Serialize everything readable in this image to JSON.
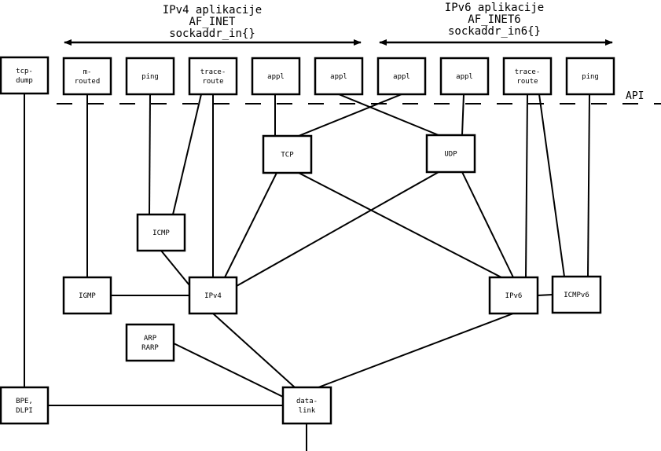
{
  "headers": {
    "ipv4": [
      "IPv4 aplikacije",
      "AF_INET",
      "sockaddr_in{}"
    ],
    "ipv6": [
      "IPv6 aplikacije",
      "AF_INET6",
      "sockaddr_in6{}"
    ]
  },
  "api_label": "API",
  "nodes": {
    "tcpdump": [
      "tcp-",
      "dump"
    ],
    "mrouted": [
      "m-",
      "routed"
    ],
    "ping4": [
      "ping"
    ],
    "traceroute4": [
      "trace-",
      "route"
    ],
    "appl1": [
      "appl"
    ],
    "appl2": [
      "appl"
    ],
    "appl3": [
      "appl"
    ],
    "appl4": [
      "appl"
    ],
    "traceroute6": [
      "trace-",
      "route"
    ],
    "ping6": [
      "ping"
    ],
    "tcp": [
      "TCP"
    ],
    "udp": [
      "UDP"
    ],
    "icmp": [
      "ICMP"
    ],
    "igmp": [
      "IGMP"
    ],
    "ipv4": [
      "IPv4"
    ],
    "ipv6": [
      "IPv6"
    ],
    "icmpv6": [
      "ICMPv6"
    ],
    "arp": [
      "ARP",
      "RARP"
    ],
    "bpf": [
      "BPE,",
      "DLPI"
    ],
    "datalink": [
      "data-",
      "link"
    ]
  },
  "edges": [
    [
      "tcpdump",
      "bpf"
    ],
    [
      "mrouted",
      "igmp"
    ],
    [
      "ping4",
      "icmp"
    ],
    [
      "traceroute4",
      "icmp"
    ],
    [
      "traceroute4",
      "ipv4"
    ],
    [
      "appl1",
      "tcp"
    ],
    [
      "appl2",
      "udp"
    ],
    [
      "appl3",
      "tcp"
    ],
    [
      "appl4",
      "udp"
    ],
    [
      "traceroute6",
      "ipv6"
    ],
    [
      "traceroute6",
      "icmpv6"
    ],
    [
      "ping6",
      "icmpv6"
    ],
    [
      "tcp",
      "ipv4"
    ],
    [
      "tcp",
      "ipv6"
    ],
    [
      "udp",
      "ipv4"
    ],
    [
      "udp",
      "ipv6"
    ],
    [
      "icmp",
      "ipv4"
    ],
    [
      "igmp",
      "ipv4"
    ],
    [
      "ipv6",
      "icmpv6"
    ],
    [
      "ipv4",
      "datalink"
    ],
    [
      "ipv6",
      "datalink"
    ],
    [
      "arp",
      "datalink"
    ],
    [
      "bpf",
      "datalink"
    ],
    [
      "datalink",
      "network"
    ]
  ]
}
